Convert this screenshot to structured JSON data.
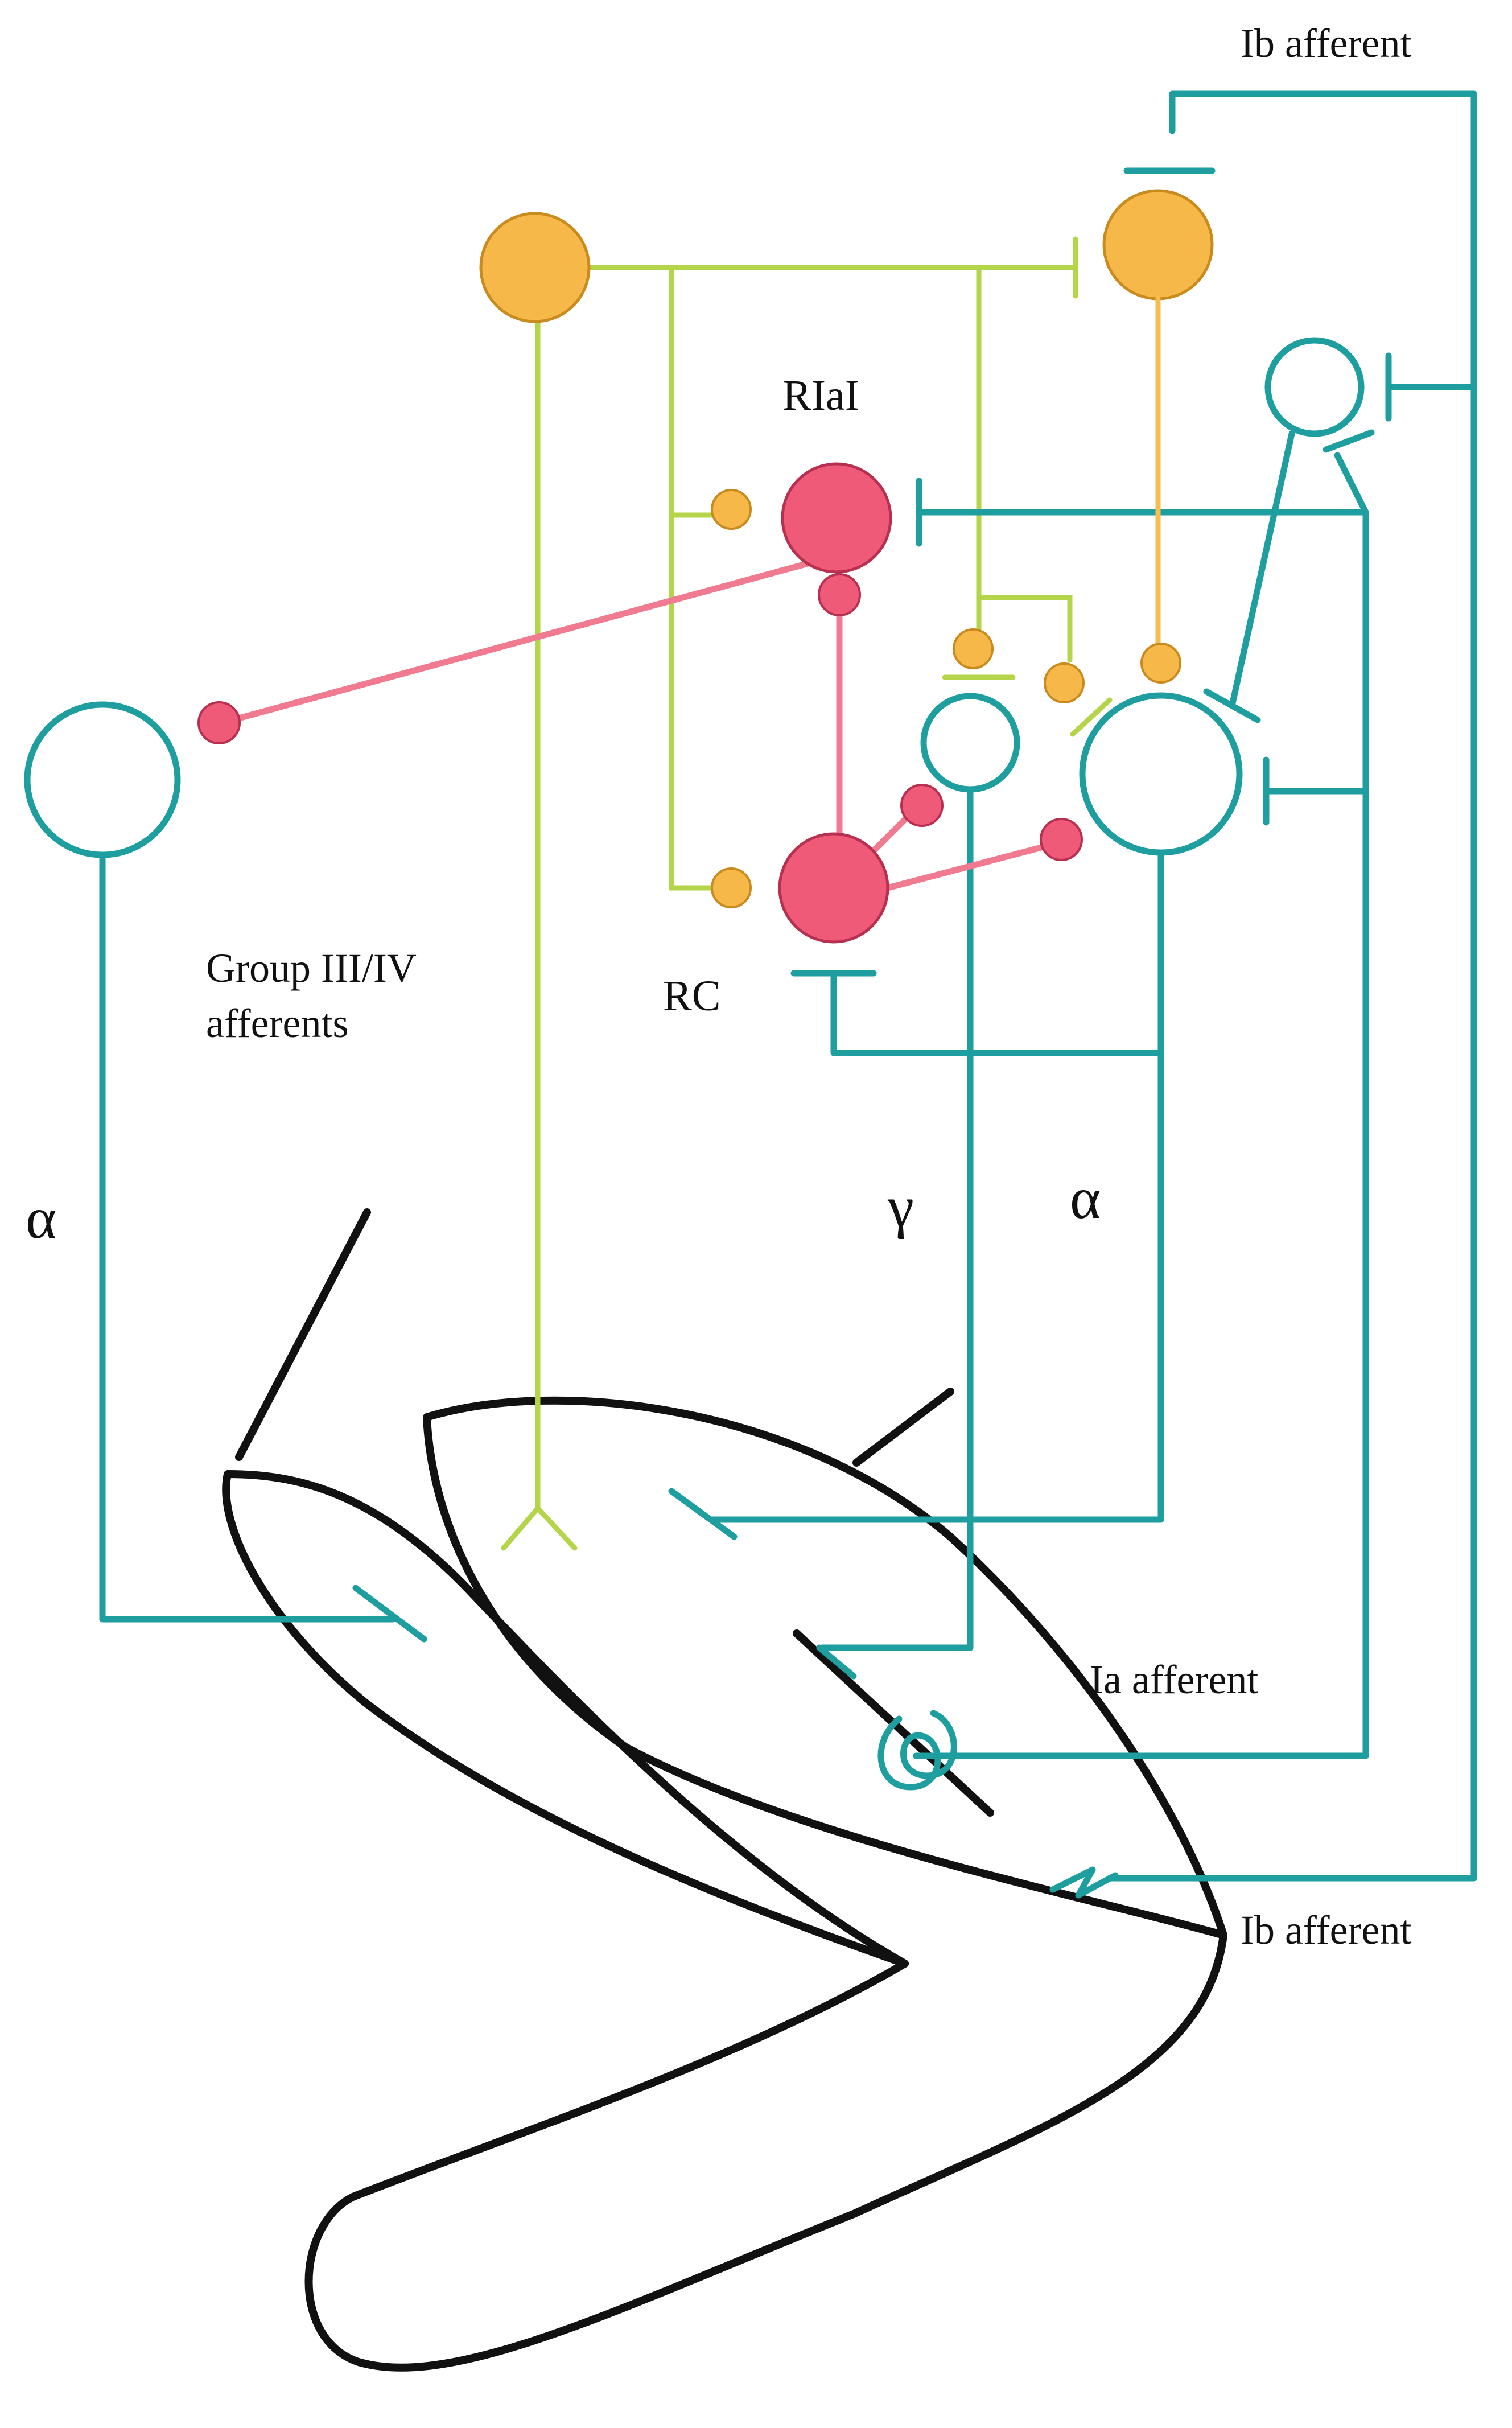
{
  "labels": {
    "ib_afferent_top": "Ib afferent",
    "rial": "RIaI",
    "group_afferents_line1": "Group III/IV",
    "group_afferents_line2": "afferents",
    "rc": "RC",
    "alpha_left": "α",
    "gamma": "γ",
    "alpha_right": "α",
    "ia_afferent": "Ia afferent",
    "ib_afferent_bottom": "Ib afferent"
  },
  "colors": {
    "motor_neuron_teal": "#1f9ea0",
    "group_afferent_green": "#b4d44a",
    "interneuron_orange": "#f7b84a",
    "interneuron_pink": "#ee5a78",
    "limb_outline": "#111111"
  }
}
